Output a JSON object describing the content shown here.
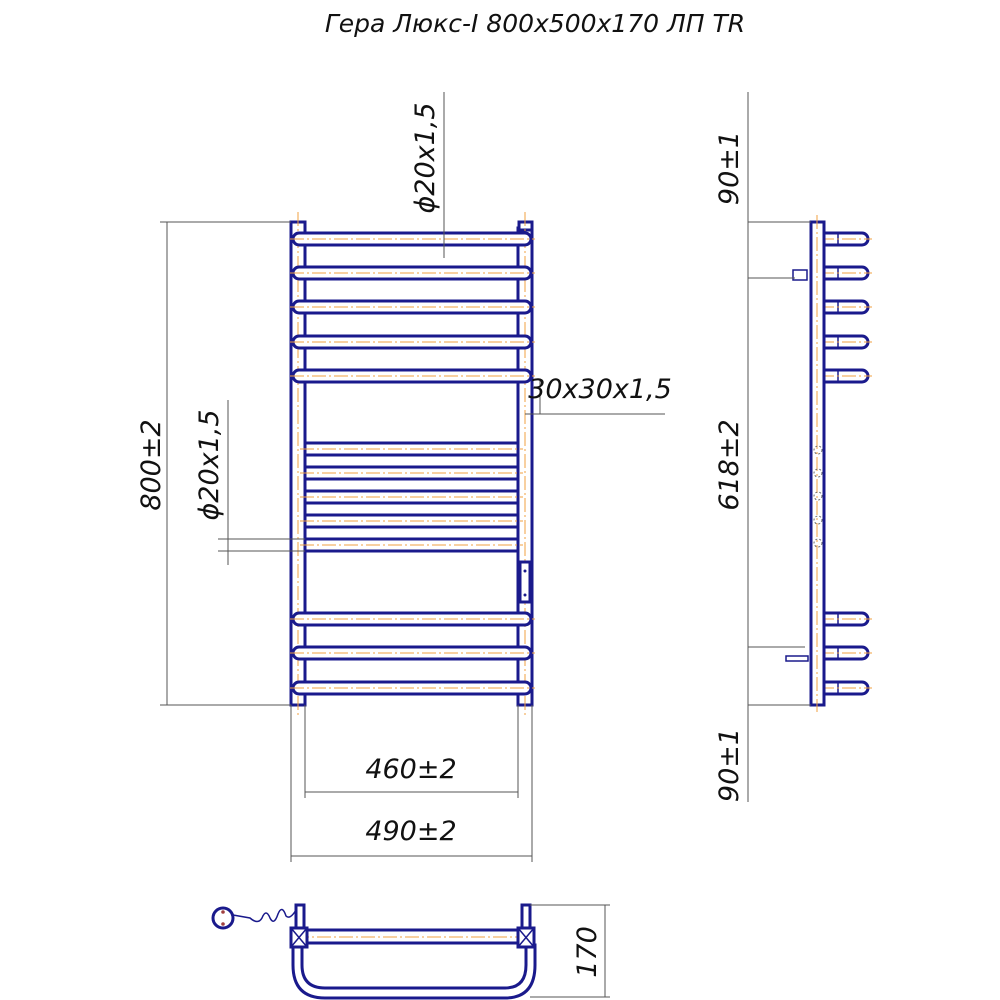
{
  "title": "Гера Люкс-I 800x500x170 ЛП TR",
  "dimensions": {
    "height_total": "800±2",
    "pipe_top": "ϕ20x1,5",
    "pipe_left": "ϕ20x1,5",
    "profile": "30x30x1,5",
    "width_inner": "460±2",
    "width_outer": "490±2",
    "top_offset": "90±1",
    "mount_spacing": "618±2",
    "bottom_offset": "90±1",
    "depth": "170"
  },
  "colors": {
    "line": "#1a1a8c",
    "axis": "#f0a040"
  }
}
